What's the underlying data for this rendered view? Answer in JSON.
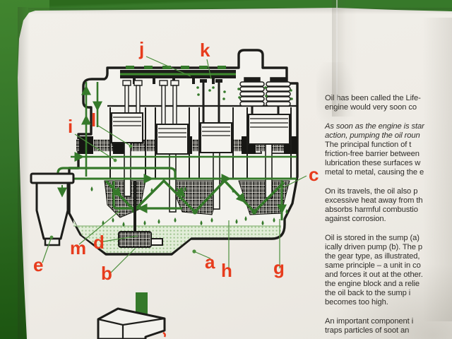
{
  "document": {
    "kind": "printed leaflet photo - engine oil lubrication diagram",
    "colors": {
      "background_green": "#37792a",
      "paper": "#f1efe9",
      "ink_black": "#1d1d1a",
      "diagram_green": "#35792a",
      "oil_light_green": "#e2edd8",
      "label_red": "#e73c1d"
    },
    "diagram": {
      "labels": [
        {
          "letter": "j"
        },
        {
          "letter": "k"
        },
        {
          "letter": "i"
        },
        {
          "letter": "l"
        },
        {
          "letter": "c"
        },
        {
          "letter": "e"
        },
        {
          "letter": "m"
        },
        {
          "letter": "d"
        },
        {
          "letter": "b"
        },
        {
          "letter": "a"
        },
        {
          "letter": "h"
        },
        {
          "letter": "g"
        }
      ]
    },
    "text_column": {
      "paragraphs": [
        {
          "lines": [
            "Oil has been called the Life-",
            "engine would very soon co"
          ]
        },
        {
          "lines": [
            "As soon as the engine is star",
            "action, pumping the oil roun",
            "The principal function of t",
            "friction-free barrier between",
            "lubrication these surfaces w",
            "metal to metal, causing the e"
          ]
        },
        {
          "lines": [
            "On its travels, the oil also p",
            "excessive heat away from th",
            "absorbs harmful combustio",
            "against corrosion."
          ]
        },
        {
          "lines": [
            "Oil is stored in the sump (a)",
            "ically driven pump (b). The p",
            "the gear type, as illustrated,",
            "same principle – a unit in co",
            "and forces it out at the other.",
            "the engine block and a relie",
            "the oil back to the sump i",
            "becomes too high."
          ]
        },
        {
          "lines": [
            "An important component i",
            "traps particles of soot an"
          ]
        }
      ]
    }
  }
}
